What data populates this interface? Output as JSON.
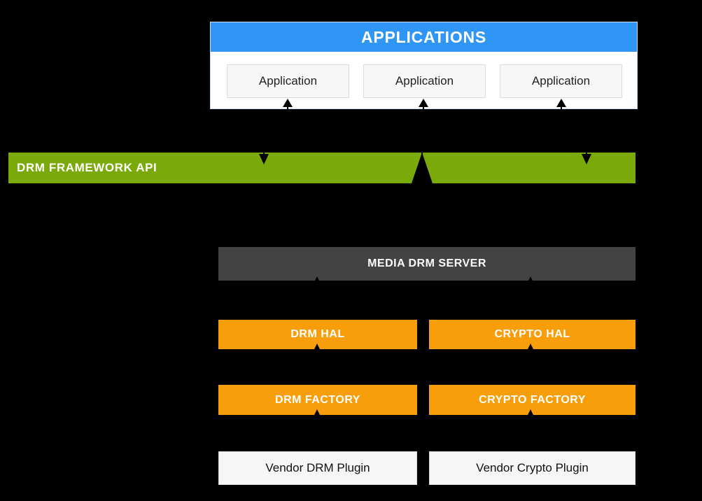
{
  "colors": {
    "background": "#000000",
    "blue": "#3096F5",
    "green": "#7AAA0A",
    "orange": "#F99E0B",
    "gray": "#434343",
    "box_light": "#F6F6F6",
    "arrow": "#000000"
  },
  "applications": {
    "header": "APPLICATIONS",
    "boxes": [
      {
        "label": "Application"
      },
      {
        "label": "Application"
      },
      {
        "label": "Application"
      }
    ]
  },
  "framework": {
    "label": "DRM FRAMEWORK API"
  },
  "media_drm_server": {
    "label": "MEDIA DRM SERVER"
  },
  "drm_column": {
    "hal": "DRM HAL",
    "factory": "DRM FACTORY",
    "vendor": "Vendor DRM Plugin"
  },
  "crypto_column": {
    "hal": "CRYPTO HAL",
    "factory": "CRYPTO FACTORY",
    "vendor": "Vendor Crypto Plugin"
  }
}
